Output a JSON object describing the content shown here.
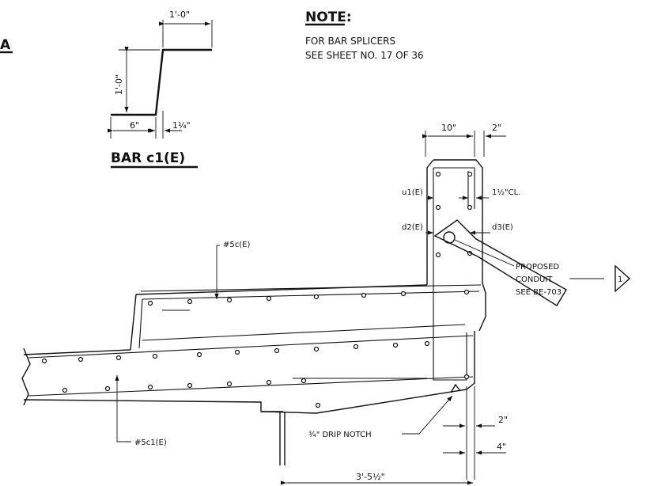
{
  "section_letter": "A",
  "note": {
    "title": "NOTE:",
    "line1": "FOR BAR SPLICERS",
    "line2": "SEE SHEET NO. 17 OF 36"
  },
  "bar_detail": {
    "title": "BAR c1(E)",
    "dim_top": "1'-0\"",
    "dim_vertical": "1'-0\"",
    "dim_bottom_left": "6\"",
    "dim_bottom_right": "1¼\""
  },
  "dims": {
    "top_width": "10\"",
    "top_offset": "2\"",
    "clear": "1½\"CL.",
    "bottom_2": "2\"",
    "bottom_4": "4\"",
    "overall": "3'-5½\""
  },
  "bars": {
    "u1": "u1(E)",
    "d2": "d2(E)",
    "d3": "d3(E)",
    "c5": "#5c(E)",
    "c51": "#5c1(E)"
  },
  "conduit": {
    "line1": "PROPOSED",
    "line2": "CONDUIT",
    "line3": "SEE BE-703"
  },
  "revision_mark": "1",
  "drip_notch": "¾\" DRIP NOTCH"
}
